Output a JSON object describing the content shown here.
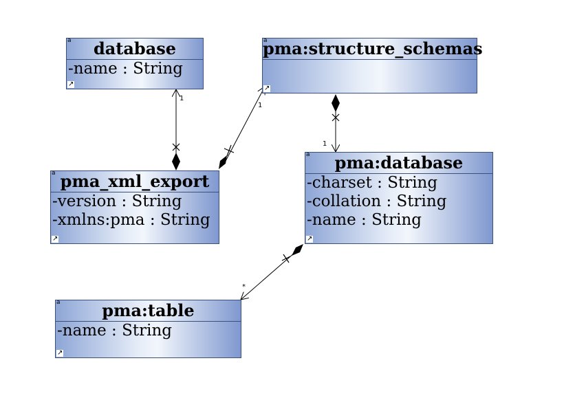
{
  "classes": {
    "database": {
      "name": "database",
      "attributes": [
        "-name : String"
      ]
    },
    "structure_schemas": {
      "name": "pma:structure_schemas",
      "attributes": []
    },
    "xml_export": {
      "name": "pma_xml_export",
      "attributes": [
        "-version : String",
        "-xmlns:pma : String"
      ]
    },
    "pma_database": {
      "name": "pma:database",
      "attributes": [
        "-charset : String",
        "-collation : String",
        "-name : String"
      ]
    },
    "pma_table": {
      "name": "pma:table",
      "attributes": [
        "-name : String"
      ]
    }
  },
  "icons": {
    "class_marker": "a",
    "link_marker": "↗"
  },
  "multiplicities": {
    "database_end": "1",
    "structure_schemas_end": "1",
    "pma_database_end": "1",
    "pma_table_end": "*"
  }
}
